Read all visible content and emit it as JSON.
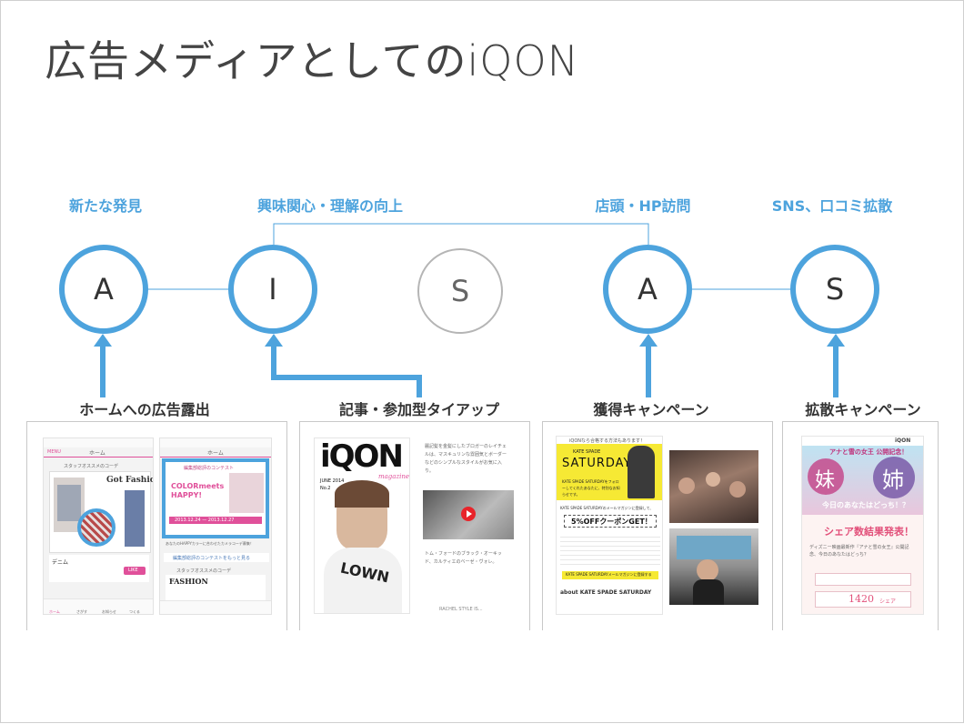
{
  "slide": {
    "title": "広告メディアとしてのiQON"
  },
  "stages": [
    {
      "label": "新たな発見",
      "letter": "A",
      "active": true
    },
    {
      "label": "興味関心・理解の向上",
      "letter": "I",
      "active": true
    },
    {
      "label": "",
      "letter": "S",
      "active": false
    },
    {
      "label": "店頭・HP訪問",
      "letter": "A",
      "active": true
    },
    {
      "label": "SNS、口コミ拡散",
      "letter": "S",
      "active": true
    }
  ],
  "campaigns": [
    {
      "label": "ホームへの広告露出"
    },
    {
      "label": "記事・参加型タイアップ"
    },
    {
      "label": "獲得キャンペーン"
    },
    {
      "label": "拡散キャンペーン"
    }
  ],
  "screens": {
    "app1": {
      "header": "ホーム",
      "section": "スタッフオススメのコーデ",
      "headline": "Got Fashion?",
      "item": "デニム",
      "like": "LIKE",
      "tabs": [
        "ホーム",
        "さがす",
        "お知らせ",
        "つくる"
      ]
    },
    "app2": {
      "header": "ホーム",
      "banner_title": "編集部総評のコンテスト",
      "promo": "COLORmeets HAPPY!",
      "dates": "2013.12.24 — 2013.12.27",
      "caption": "あなたのHAPPYカラーに合わせたカメラコーデ募集！",
      "link": "編集部総評のコンテストをもっと見る",
      "section": "スタッフオススメのコーデ",
      "fashion": "FASHION"
    },
    "magazine": {
      "logo": "iQON",
      "sub": "magazine",
      "issue": "JUNE 2014",
      "no": "No.2",
      "shirt": "LOWN",
      "text_top": "麗記髪を金髪にしたブロガーのレイチェルは、マスキュリンな雰囲気とボーダーなどのシンプルなスタイルがお気に入り。",
      "text_bottom": "トム・フォードのブラック・オーキッド、カルティエのベーゼ・ヴォレ。",
      "footer": "RACHEL STYLE IS..."
    },
    "kate": {
      "top": "iQONなら合格する方法もあります！",
      "brand": "KATE SPADE",
      "brand2": "SATURDAY",
      "lead": "KATE SPADE SATURDAYをフォローしてくれたあなたに、特別なお知らせです。",
      "mail": "KATE SPADE SATURDAYのメールマガジンに登録して、",
      "coupon": "5%OFFクーポンGET！",
      "cta": "KATE SPADE SATURDAYメールマガジンに登録する",
      "about": "about KATE SPADE SATURDAY"
    },
    "frozen": {
      "brand": "iQON",
      "header": "アナと雪の女王 公開記念！",
      "sister1": "妹",
      "sister2": "姉",
      "catch": "今日のあなたはどっち！？",
      "result": "シェア数結果発表！",
      "body": "ディズニー映画最新作『アナと雪の女王』公開記念、今日のあなたはどっち？",
      "count": "1420",
      "unit": "シェア"
    }
  }
}
